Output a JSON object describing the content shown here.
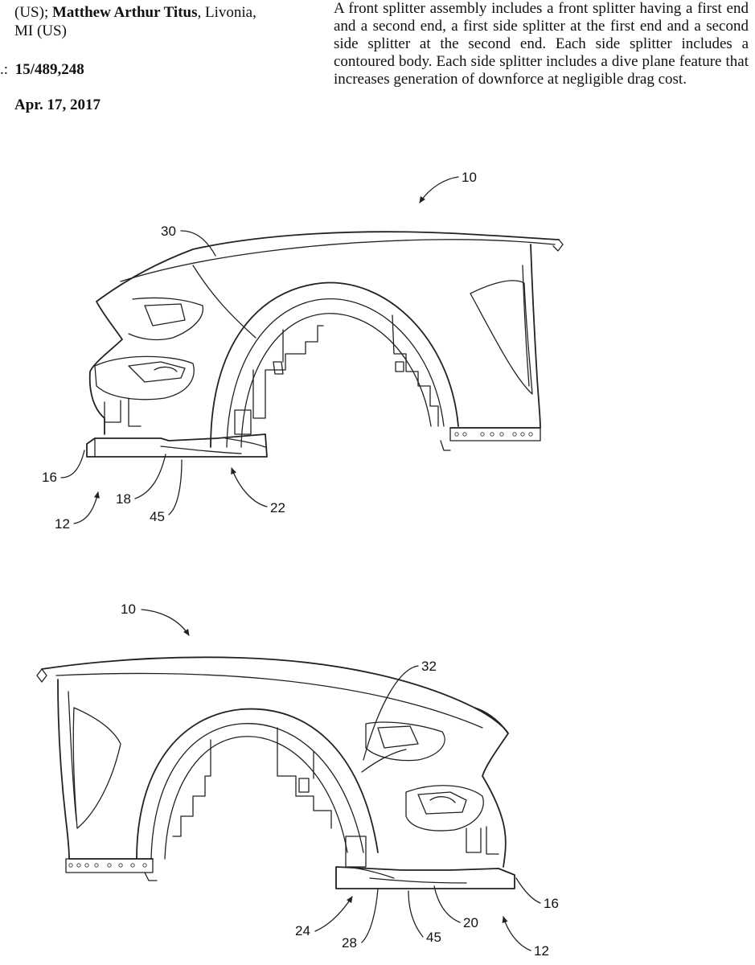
{
  "inventors": {
    "line1_prefix": "(US);",
    "line1_name": "Matthew Arthur Titus",
    "line1_suffix": ", Livonia,",
    "line2": "MI (US)"
  },
  "appl_no": {
    "prefix": ".:",
    "value": "15/489,248"
  },
  "filed": {
    "value": "Apr. 17, 2017"
  },
  "abstract": "A front splitter assembly includes a front splitter having a first end and a second end, a first side splitter at the first end and a second side splitter at the second end. Each side splitter includes a contoured body. Each side splitter includes a dive plane feature that increases generation of downforce at negligible drag cost.",
  "figure_top": {
    "labels": {
      "l10": "10",
      "l30": "30",
      "l16": "16",
      "l18": "18",
      "l12": "12",
      "l45": "45",
      "l22": "22"
    }
  },
  "figure_bottom": {
    "labels": {
      "l10": "10",
      "l32": "32",
      "l24": "24",
      "l28": "28",
      "l45": "45",
      "l20": "20",
      "l16": "16",
      "l12": "12"
    }
  }
}
